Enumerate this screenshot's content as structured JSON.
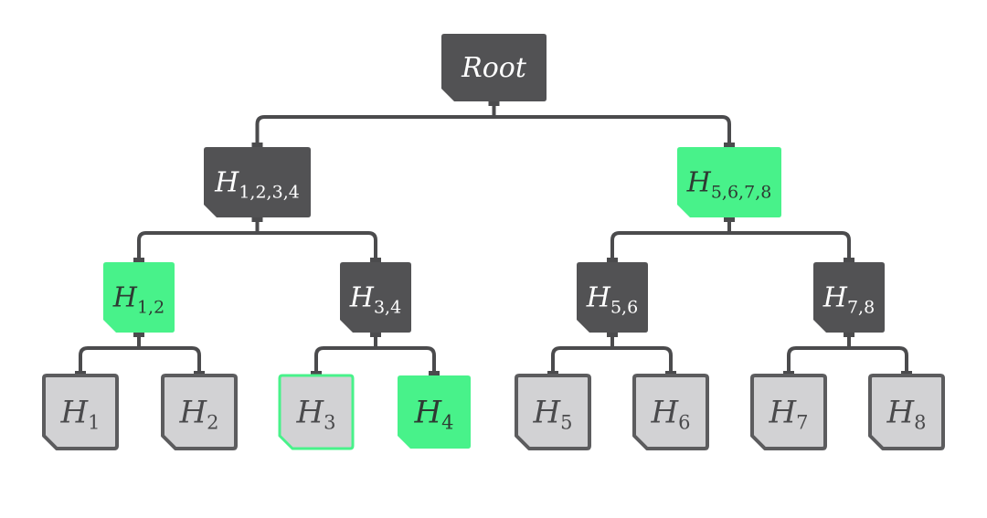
{
  "colors": {
    "line": "#4b4b4d",
    "dark_fill": "#525254",
    "dark_text": "#ffffff",
    "highlight_fill": "#48f28a",
    "highlight_text": "#2e3a33",
    "leaf_fill": "#d2d2d4",
    "leaf_stroke": "#5c5c5e",
    "leaf_text": "#4a4a4c"
  },
  "tree": {
    "nodes": [
      {
        "id": "root",
        "name": "root-node",
        "label": "Root",
        "sub": "",
        "style": "dark"
      },
      {
        "id": "h1234",
        "name": "node-h-1-2-3-4",
        "label": "H",
        "sub": "1,2,3,4",
        "style": "dark"
      },
      {
        "id": "h5678",
        "name": "node-h-5-6-7-8",
        "label": "H",
        "sub": "5,6,7,8",
        "style": "highlight"
      },
      {
        "id": "h12",
        "name": "node-h-1-2",
        "label": "H",
        "sub": "1,2",
        "style": "highlight"
      },
      {
        "id": "h34",
        "name": "node-h-3-4",
        "label": "H",
        "sub": "3,4",
        "style": "dark"
      },
      {
        "id": "h56",
        "name": "node-h-5-6",
        "label": "H",
        "sub": "5,6",
        "style": "dark"
      },
      {
        "id": "h78",
        "name": "node-h-7-8",
        "label": "H",
        "sub": "7,8",
        "style": "dark"
      },
      {
        "id": "h1",
        "name": "leaf-h-1",
        "label": "H",
        "sub": "1",
        "style": "leaf"
      },
      {
        "id": "h2",
        "name": "leaf-h-2",
        "label": "H",
        "sub": "2",
        "style": "leaf"
      },
      {
        "id": "h3",
        "name": "leaf-h-3",
        "label": "H",
        "sub": "3",
        "style": "leaf-outlined"
      },
      {
        "id": "h4",
        "name": "leaf-h-4",
        "label": "H",
        "sub": "4",
        "style": "leaf-highlight"
      },
      {
        "id": "h5",
        "name": "leaf-h-5",
        "label": "H",
        "sub": "5",
        "style": "leaf"
      },
      {
        "id": "h6",
        "name": "leaf-h-6",
        "label": "H",
        "sub": "6",
        "style": "leaf"
      },
      {
        "id": "h7",
        "name": "leaf-h-7",
        "label": "H",
        "sub": "7",
        "style": "leaf"
      },
      {
        "id": "h8",
        "name": "leaf-h-8",
        "label": "H",
        "sub": "8",
        "style": "leaf"
      }
    ],
    "edges": [
      [
        "root",
        "h1234"
      ],
      [
        "root",
        "h5678"
      ],
      [
        "h1234",
        "h12"
      ],
      [
        "h1234",
        "h34"
      ],
      [
        "h5678",
        "h56"
      ],
      [
        "h5678",
        "h78"
      ],
      [
        "h12",
        "h1"
      ],
      [
        "h12",
        "h2"
      ],
      [
        "h34",
        "h3"
      ],
      [
        "h34",
        "h4"
      ],
      [
        "h56",
        "h5"
      ],
      [
        "h56",
        "h6"
      ],
      [
        "h78",
        "h7"
      ],
      [
        "h78",
        "h8"
      ]
    ]
  }
}
